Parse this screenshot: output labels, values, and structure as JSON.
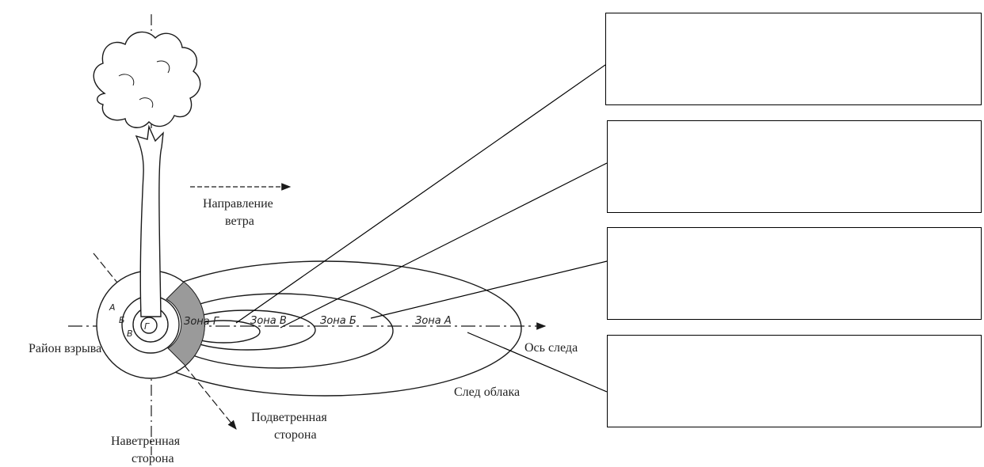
{
  "labels": {
    "wind_direction_line1": "Направление",
    "wind_direction_line2": "ветра",
    "explosion_area": "Район взрыва",
    "trace_axis": "Ось следа",
    "cloud_trace": "След облака",
    "leeward_line1": "Подветренная",
    "leeward_line2": "сторона",
    "windward_line1": "Наветренная",
    "windward_line2": "сторона"
  },
  "zones": {
    "zone_g": "Зона Г",
    "zone_v": "Зона В",
    "zone_b": "Зона Б",
    "zone_a": "Зона А"
  },
  "epicenter_letters": {
    "a": "А",
    "b": "Б",
    "v": "В",
    "g": "Г"
  },
  "answer_boxes": [
    {
      "value": ""
    },
    {
      "value": ""
    },
    {
      "value": ""
    },
    {
      "value": ""
    }
  ],
  "colors": {
    "line": "#1a1a1a",
    "shaded_zone": "#9a9a9a",
    "box_border": "#000000"
  }
}
